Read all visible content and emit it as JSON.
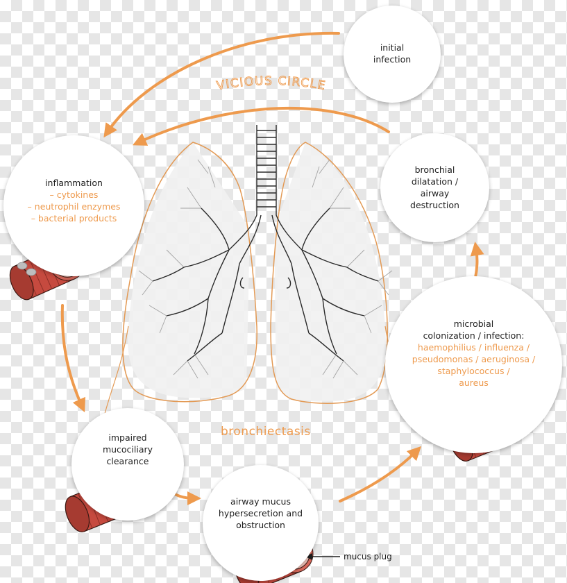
{
  "colors": {
    "accent": "#ee9a4d",
    "lung_outline": "#e39a55",
    "airway": "#2a2a2a",
    "tube": "#c64a3f",
    "lumen": "#7e2a20"
  },
  "labels": {
    "vicious_circle": "VICIOUS CIRCLE",
    "center": "bronchiectasis",
    "mucus_plug": "mucus plug"
  },
  "nodes": {
    "initial_infection": {
      "lines": [
        "initial",
        "infection"
      ]
    },
    "bronchial_dilatation": {
      "lines": [
        "bronchial",
        "dilatation /",
        "airway",
        "destruction"
      ]
    },
    "inflammation": {
      "title": "inflammation",
      "subs": [
        "– cytokines",
        "– neutrophil enzymes",
        "– bacterial products"
      ]
    },
    "microbial": {
      "lines": [
        "microbial",
        "colonization / infection:"
      ],
      "subs": [
        "haemophilius / influenza /",
        "pseudomonas / aeruginosa /",
        "staphylococcus /",
        "aureus"
      ]
    },
    "impaired": {
      "lines": [
        "impaired",
        "mucociliary",
        "clearance"
      ]
    },
    "mucus": {
      "lines": [
        "airway mucus",
        "hypersecretion and",
        "obstruction"
      ]
    }
  }
}
